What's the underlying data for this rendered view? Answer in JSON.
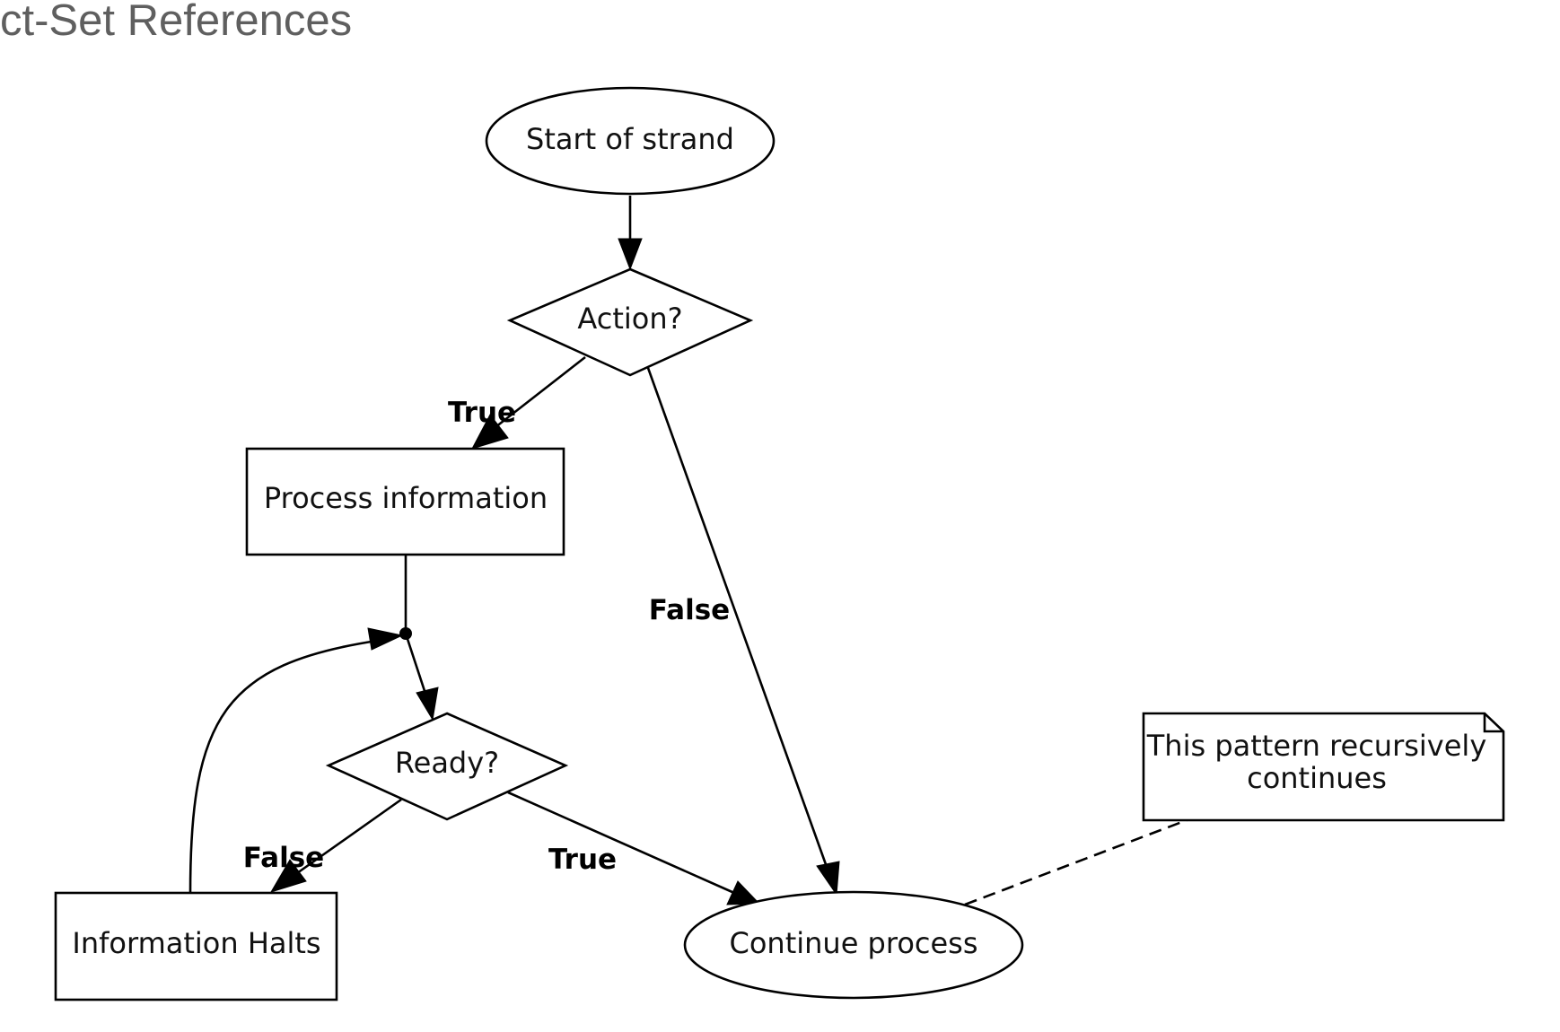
{
  "page": {
    "title": "ct-Set References"
  },
  "diagram": {
    "nodes": {
      "start": {
        "label": "Start of strand",
        "shape": "ellipse"
      },
      "action": {
        "label": "Action?",
        "shape": "diamond"
      },
      "process": {
        "label": "Process information",
        "shape": "rectangle"
      },
      "ready": {
        "label": "Ready?",
        "shape": "diamond"
      },
      "halts": {
        "label": "Information Halts",
        "shape": "rectangle"
      },
      "continue": {
        "label": "Continue process",
        "shape": "ellipse"
      },
      "note": {
        "line1": "This pattern recursively",
        "line2": "continues",
        "shape": "note"
      }
    },
    "edges": {
      "action_true": {
        "label": "True"
      },
      "action_false": {
        "label": "False"
      },
      "ready_false": {
        "label": "False"
      },
      "ready_true": {
        "label": "True"
      }
    }
  }
}
